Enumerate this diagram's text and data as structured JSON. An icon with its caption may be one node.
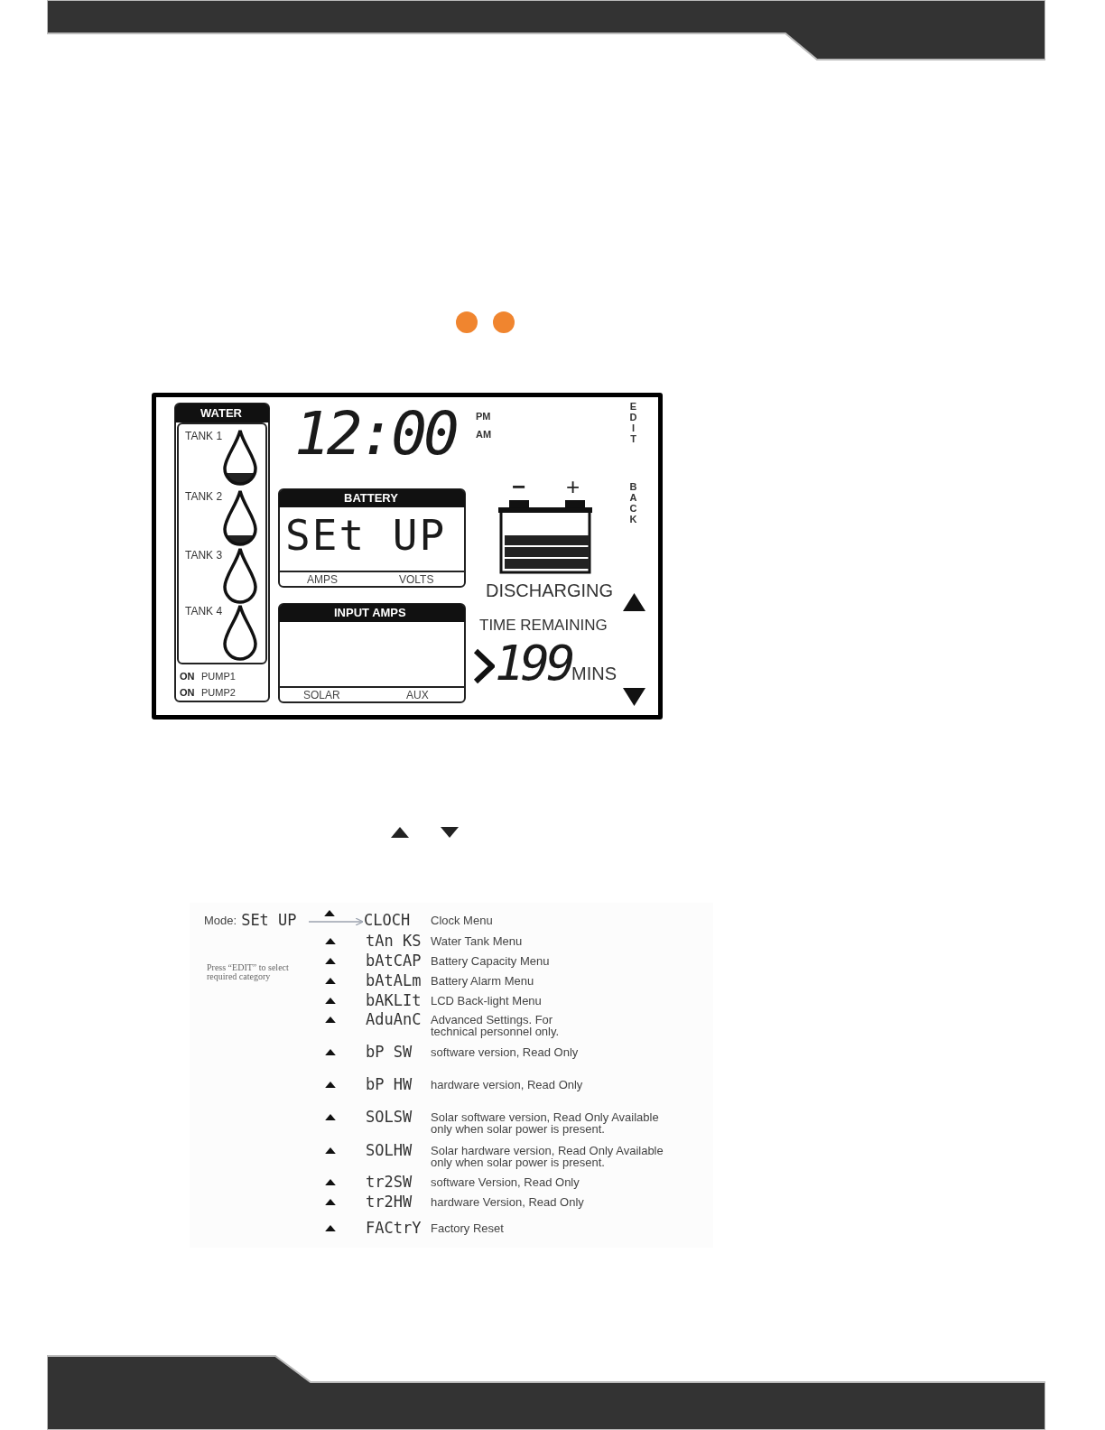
{
  "diagram": {
    "nodes": [
      {
        "text": [
          "Mode:",
          "SEt UP"
        ]
      },
      {
        "text": [
          "CLOCH",
          "Clock Menu"
        ]
      }
    ],
    "edges": [
      {
        "from": 0,
        "to": 1,
        "arrow": "to",
        "color": "#9ca3af"
      }
    ],
    "labels": [
      "WATER",
      "TANK 1",
      "TANK 2",
      "TANK 3",
      "TANK 4",
      "ON",
      "PUMP1",
      "ON",
      "PUMP2",
      "12:00",
      "PM",
      "AM",
      "BATTERY",
      "SEt UP",
      "AMPS",
      "VOLTS",
      "INPUT AMPS",
      "SOLAR",
      "AUX",
      "−",
      "+",
      "DISCHARGING",
      "TIME REMAINING",
      "199",
      "MINS",
      "EDIT",
      "BACK",
      "Press “EDIT” to select required category",
      "tAn KS",
      "Water Tank Menu",
      "bAtCAP",
      "Battery Capacity Menu",
      "bAtALm",
      "Battery Alarm Menu",
      "bAKLIt",
      "LCD Back-light Menu",
      "AduAnC",
      "Advanced Settings. For technical personnel only.",
      "bP SW",
      "software version, Read Only",
      "bP HW",
      "hardware version, Read Only",
      "SOLSW",
      "Solar software version, Read Only Available only when solar power is present.",
      "SOLHW",
      "Solar hardware version, Read Only Available only when solar power is present.",
      "tr2SW",
      "software Version, Read Only",
      "tr2HW",
      "hardware Version, Read Only",
      "FACtrY",
      "Factory Reset"
    ]
  }
}
